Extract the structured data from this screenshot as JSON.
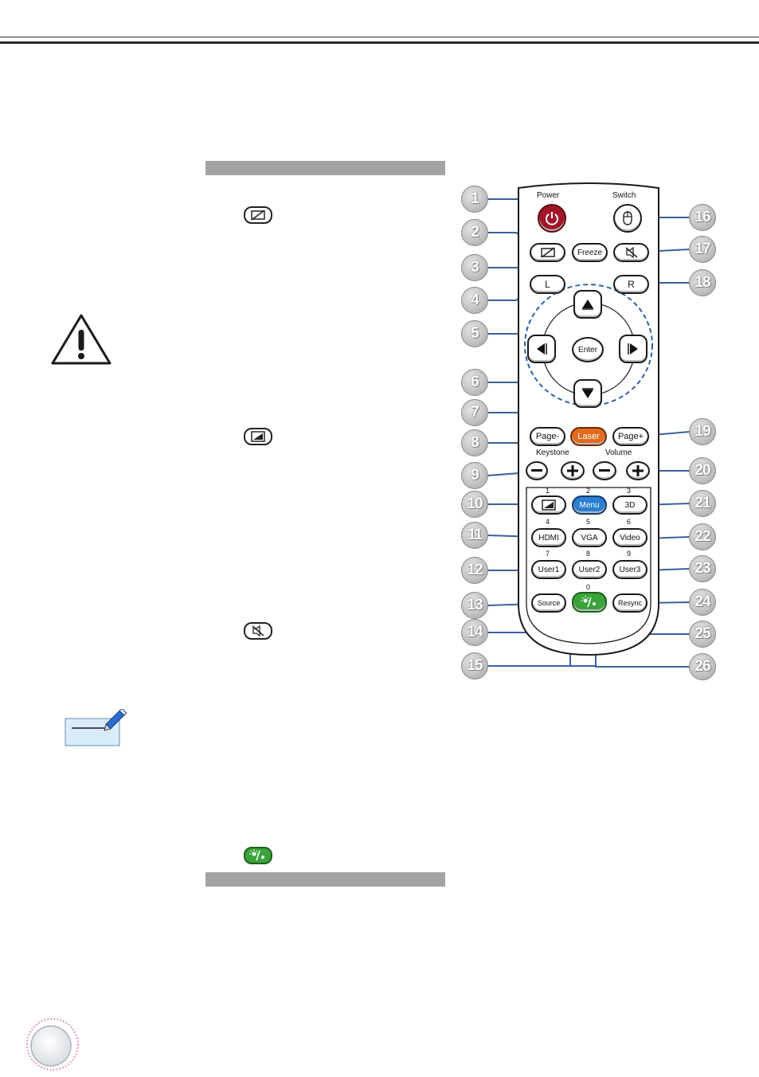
{
  "remote": {
    "top_labels": {
      "power": "Power",
      "switch": "Switch"
    },
    "buttons": {
      "freeze": "Freeze",
      "l": "L",
      "r": "R",
      "enter": "Enter",
      "laser": "Laser",
      "page_minus": "Page-",
      "page_plus": "Page+",
      "hdmi": "HDMI",
      "vga": "VGA",
      "video": "Video",
      "menu": "Menu",
      "three_d": "3D",
      "user1": "User1",
      "user2": "User2",
      "user3": "User3",
      "source": "Source",
      "resync": "Resync"
    },
    "group_labels": {
      "keystone": "Keystone",
      "volume": "Volume"
    },
    "digits": [
      "1",
      "2",
      "3",
      "4",
      "5",
      "6",
      "7",
      "8",
      "9",
      "0"
    ],
    "callouts": [
      "1",
      "2",
      "3",
      "4",
      "5",
      "6",
      "7",
      "8",
      "9",
      "10",
      "11",
      "12",
      "13",
      "14",
      "15",
      "16",
      "17",
      "18",
      "19",
      "20",
      "21",
      "22",
      "23",
      "24",
      "25",
      "26"
    ]
  },
  "colors": {
    "power": "#a3162a",
    "laser": "#e36b1d",
    "menu": "#2a7fd1",
    "green_key": "#3aa33a",
    "callout_line": "#3a5fa0",
    "dashed_ring": "#2b5da6",
    "gray_bar": "#a3a3a3",
    "note_box": "#d9ecfa"
  },
  "icons": {
    "power": "power-icon",
    "switch": "mouse-icon",
    "av_mute": "blank-screen-icon",
    "mute": "speaker-mute-icon",
    "aspect": "aspect-ratio-icon",
    "brightness": "brightness-mode-icon",
    "warning": "warning-triangle-icon",
    "note": "note-pencil-icon"
  }
}
